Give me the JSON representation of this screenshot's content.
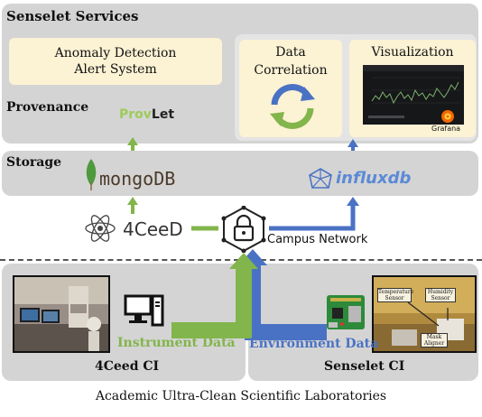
{
  "senselet_services": {
    "title": "Senselet Services",
    "anomaly": [
      "Anomaly Detection",
      "Alert System"
    ],
    "correlation": [
      "Data",
      "Correlation"
    ],
    "visualization": {
      "title": "Visualization",
      "grafana": "Grafana"
    }
  },
  "provenance": {
    "title": "Provenance",
    "logo_prov": "Prov",
    "logo_let": "Let"
  },
  "storage": {
    "title": "Storage",
    "mongodb": "mongoDB",
    "influxdb": "influxdb"
  },
  "network": {
    "fourceed": "4CeeD",
    "campus_network": "Campus Network"
  },
  "labs": {
    "instrument_data": "Instrument Data",
    "environment_data": "Environment Data",
    "fourceed_ci": "4Ceed CI",
    "senselet_ci": "Senselet CI",
    "sensor_labels": [
      "Temperature Sensor",
      "Humidity Sensor",
      "Mask Aligner"
    ],
    "footer": "Academic Ultra-Clean Scientific Laboratories"
  },
  "colors": {
    "panel": "#d4d4d4",
    "cream": "#fcf2d4",
    "green": "#82b54b",
    "blue": "#4a72c4",
    "mongo_leaf": "#4f9a3e"
  }
}
